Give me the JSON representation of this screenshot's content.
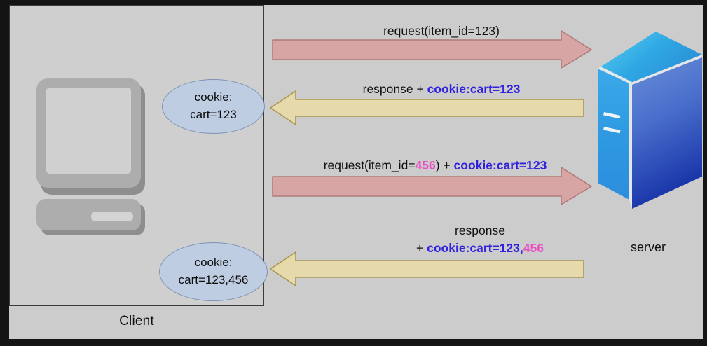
{
  "diagram": {
    "title_hidden": "",
    "background_color": "#cccccc",
    "letterbox_color": "#141414",
    "client": {
      "label": "Client",
      "icon_name": "desktop-computer-icon",
      "cookies": [
        {
          "line1": "cookie:",
          "line2": "cart=123"
        },
        {
          "line1": "cookie:",
          "line2": "cart=123,456"
        }
      ]
    },
    "server": {
      "label": "server",
      "icon_name": "server-tower-icon",
      "colors": {
        "front": "#4f7fd4",
        "side": "#2f9fe0",
        "top": "#45b4e8",
        "dark": "#1f3fb0"
      }
    },
    "messages": [
      {
        "id": "request-1",
        "direction": "right",
        "arrow_color": "#d8a5a5",
        "arrow_border": "#b07a7a",
        "lines": [
          [
            {
              "text": "request(item_id=123)",
              "style": "plain"
            }
          ]
        ]
      },
      {
        "id": "response-1",
        "direction": "left",
        "arrow_color": "#e6d9ac",
        "arrow_border": "#a8974f",
        "lines": [
          [
            {
              "text": "response + ",
              "style": "plain"
            },
            {
              "text": "cookie:cart=123",
              "style": "cookie"
            }
          ]
        ]
      },
      {
        "id": "request-2",
        "direction": "right",
        "arrow_color": "#d8a5a5",
        "arrow_border": "#b07a7a",
        "lines": [
          [
            {
              "text": "request(item_id=",
              "style": "plain"
            },
            {
              "text": "456",
              "style": "id"
            },
            {
              "text": ") + ",
              "style": "plain"
            },
            {
              "text": "cookie:cart=123",
              "style": "cookie"
            }
          ]
        ]
      },
      {
        "id": "response-2",
        "direction": "left",
        "arrow_color": "#e6d9ac",
        "arrow_border": "#a8974f",
        "lines": [
          [
            {
              "text": "response",
              "style": "plain"
            }
          ],
          [
            {
              "text": "+ ",
              "style": "plain"
            },
            {
              "text": "cookie:cart=123,",
              "style": "cookie"
            },
            {
              "text": "456",
              "style": "id"
            }
          ]
        ]
      }
    ],
    "colors": {
      "cookie_text": "#3122dd",
      "item_id_text": "#ea4fc4",
      "bubble_fill": "#bfcde3",
      "bubble_stroke": "#7f93b5",
      "pink_arrow": "#d8a5a5",
      "yellow_arrow": "#e6d9ac"
    }
  }
}
